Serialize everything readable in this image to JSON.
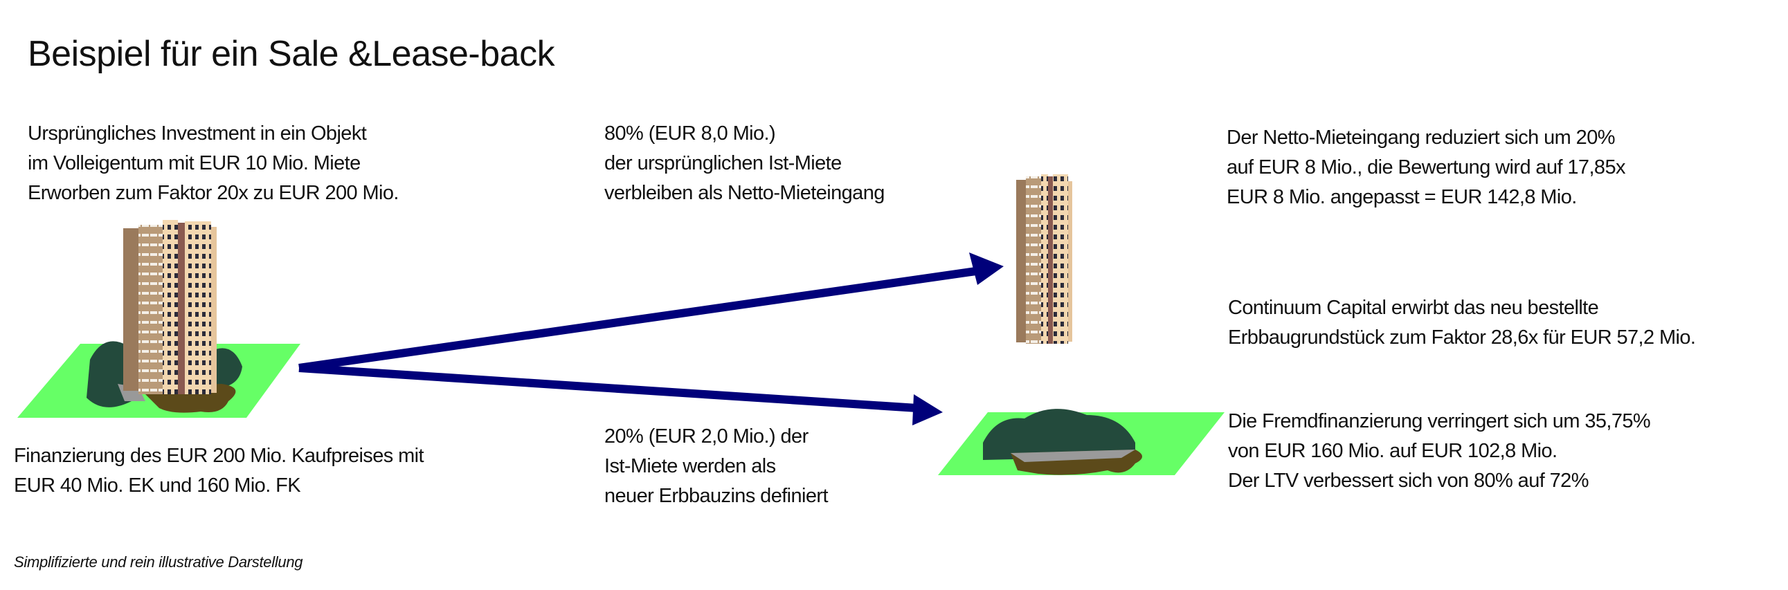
{
  "title": "Beispiel für ein Sale &Lease-back",
  "original": {
    "lines": [
      "Ursprüngliches Investment in ein Objekt",
      "im Volleigentum mit EUR 10 Mio. Miete",
      "Erworben zum Faktor 20x zu EUR 200 Mio."
    ]
  },
  "financing": {
    "lines": [
      "Finanzierung des EUR 200 Mio. Kaufpreises mit",
      "EUR 40 Mio. EK und 160 Mio. FK"
    ]
  },
  "upper_flow": {
    "lines": [
      "80% (EUR 8,0 Mio.)",
      "der ursprünglichen Ist-Miete",
      "verbleiben als Netto-Mieteingang"
    ]
  },
  "lower_flow": {
    "lines": [
      "20% (EUR 2,0 Mio.) der",
      "Ist-Miete werden als",
      "neuer Erbbauzins definiert"
    ]
  },
  "building_result": {
    "lines": [
      "Der Netto-Mieteingang reduziert sich um 20%",
      "auf EUR 8 Mio., die Bewertung wird auf 17,85x",
      "EUR 8 Mio. angepasst = EUR 142,8 Mio."
    ]
  },
  "land_purchase": {
    "lines": [
      "Continuum Capital erwirbt das neu bestellte",
      "Erbbaugrundstück zum Faktor 28,6x für EUR 57,2 Mio."
    ]
  },
  "debt_result": {
    "lines": [
      "Die Fremdfinanzierung verringert sich  um 35,75%",
      "von EUR 160 Mio. auf EUR 102,8 Mio.",
      "Der LTV verbessert sich von 80% auf  72%"
    ]
  },
  "footnote": "Simplifizierte und rein illustrative Darstellung",
  "colors": {
    "arrow": "#00007a",
    "grass": "#66ff66",
    "trees": "#234a3c",
    "building": "#e8c9a0"
  }
}
